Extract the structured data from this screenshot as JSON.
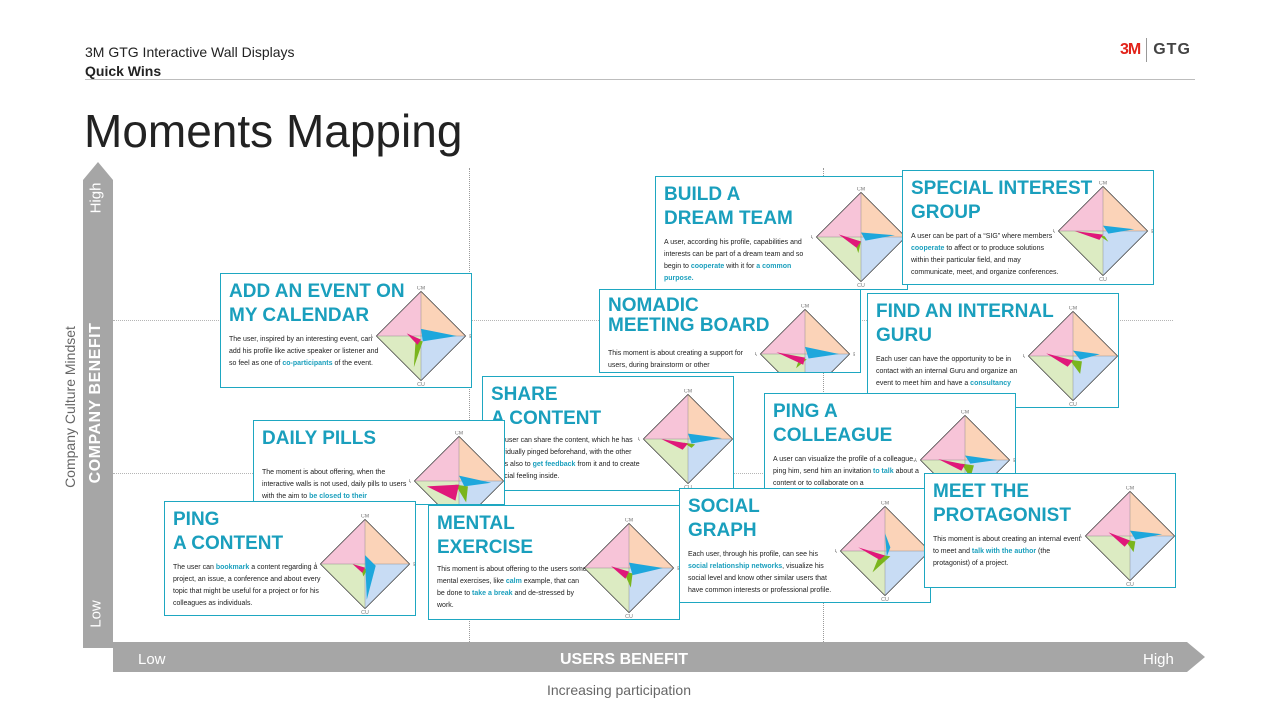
{
  "header": {
    "line1": "3M GTG Interactive Wall Displays",
    "line2": "Quick Wins",
    "logo_3m": "3M",
    "logo_gtg": "GTG"
  },
  "title": "Moments Mapping",
  "axes": {
    "y_high": "High",
    "y_low": "Low",
    "y_label": "COMPANY BENEFIT",
    "y_sublabel": "Company Culture Mindset",
    "x_low": "Low",
    "x_high": "High",
    "x_label": "USERS BENEFIT",
    "x_sublabel": "Increasing participation"
  },
  "radar_labels": {
    "top": "CM",
    "left": "A",
    "right": "E",
    "bottom": "CU"
  },
  "colors": {
    "accent": "#1ea7c1",
    "axis_gray": "#a6a6a6",
    "quad_top": "#fbd3b8",
    "quad_left": "#f7c4d8",
    "quad_right": "#c8dcf4",
    "quad_bottom": "#dcebc2",
    "shape_magenta": "#e0187a",
    "shape_blue": "#1ea7dc",
    "shape_green": "#7ab51d"
  },
  "cards": [
    {
      "id": "build",
      "title1": "BUILD A",
      "title2": "DREAM TEAM",
      "desc": [
        {
          "t": "A user, according his profile, capabilities and interests can be part of a  dream team  and so begin to "
        },
        {
          "t": "cooperate",
          "h": 1
        },
        {
          "t": " with it for "
        },
        {
          "t": "a common purpose.",
          "h": 1
        }
      ]
    },
    {
      "id": "sig",
      "title1": "SPECIAL INTEREST",
      "title2": "GROUP",
      "desc": [
        {
          "t": "A user can be part of a “SIG” where members "
        },
        {
          "t": "cooperate",
          "h": 1
        },
        {
          "t": "  to affect or to produce solutions within their particular field, and may communicate, meet, and organize conferences."
        }
      ]
    },
    {
      "id": "calendar",
      "title1": "ADD AN EVENT ON",
      "title2": "MY CALENDAR",
      "desc": [
        {
          "t": "The user, inspired by an interesting event, can add his profile like active speaker or listener and so feel as one of "
        },
        {
          "t": "co-participants",
          "h": 1
        },
        {
          "t": " of the event."
        }
      ]
    },
    {
      "id": "nomadic",
      "title1": "NOMADIC",
      "title2": "MEETING BOARD",
      "desc": [
        {
          "t": "This moment is about creating a support for users, during brainstorm or other"
        }
      ]
    },
    {
      "id": "guru",
      "title1": "FIND AN INTERNAL",
      "title2": "GURU",
      "desc": [
        {
          "t": "Each user can have the opportunity to be in contact with an internal Guru and organize an event to meet him and have a "
        },
        {
          "t": "consultancy",
          "h": 1
        }
      ]
    },
    {
      "id": "share",
      "title1": "SHARE",
      "title2": "A CONTENT",
      "desc": [
        {
          "t": "The user can share the content, which he has individually pinged beforehand, with the other users also to "
        },
        {
          "t": "get feedback",
          "h": 1
        },
        {
          "t": " from it and to create a social feeling inside."
        }
      ]
    },
    {
      "id": "pingcol",
      "title1": "PING A",
      "title2": "COLLEAGUE",
      "desc": [
        {
          "t": "A user can visualize the profile of a colleague, ping him, send him an invitation "
        },
        {
          "t": "to talk",
          "h": 1
        },
        {
          "t": " about a content or to collaborate on a"
        }
      ]
    },
    {
      "id": "daily",
      "title1": "DAILY PILLS",
      "title2": "",
      "desc": [
        {
          "t": "The moment is about offering, when the interactive walls is not used, daily pills to users with the aim to "
        },
        {
          "t": "be closed to their",
          "h": 1
        }
      ]
    },
    {
      "id": "pingcon",
      "title1": "PING",
      "title2": "A CONTENT",
      "desc": [
        {
          "t": "The user can "
        },
        {
          "t": "bookmark",
          "h": 1
        },
        {
          "t": " a content regarding a project, an issue, a conference and about every topic that might be useful for a project or for his colleagues as individuals."
        }
      ]
    },
    {
      "id": "mental",
      "title1": "MENTAL",
      "title2": "EXERCISE",
      "desc": [
        {
          "t": "This moment is about offering to the users some mental exercises, like "
        },
        {
          "t": "calm",
          "h": 1
        },
        {
          "t": " example, that can be done to "
        },
        {
          "t": "take a break",
          "h": 1
        },
        {
          "t": " and de-stressed by work."
        }
      ]
    },
    {
      "id": "social",
      "title1": "SOCIAL",
      "title2": "GRAPH",
      "desc": [
        {
          "t": "Each user, through his profile, can see his "
        },
        {
          "t": "social relationship networks",
          "h": 1
        },
        {
          "t": ", visualize his social level and know other similar users that have common interests or professional profile."
        }
      ]
    },
    {
      "id": "protag",
      "title1": "MEET THE",
      "title2": "PROTAGONIST",
      "desc": [
        {
          "t": "This moment is about creating an internal event to meet and "
        },
        {
          "t": "talk with the author",
          "h": 1
        },
        {
          "t": " (the protagonist) of a project."
        }
      ]
    }
  ]
}
